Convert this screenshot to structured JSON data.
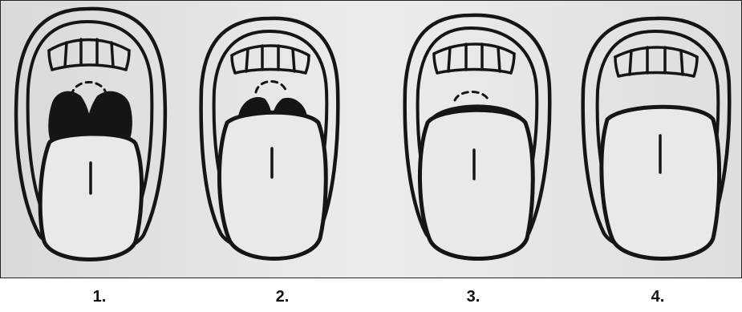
{
  "labels": [
    "1.",
    "2.",
    "3.",
    "4."
  ],
  "colors": {
    "background": "#e6e6e6",
    "ink": "#151515"
  }
}
